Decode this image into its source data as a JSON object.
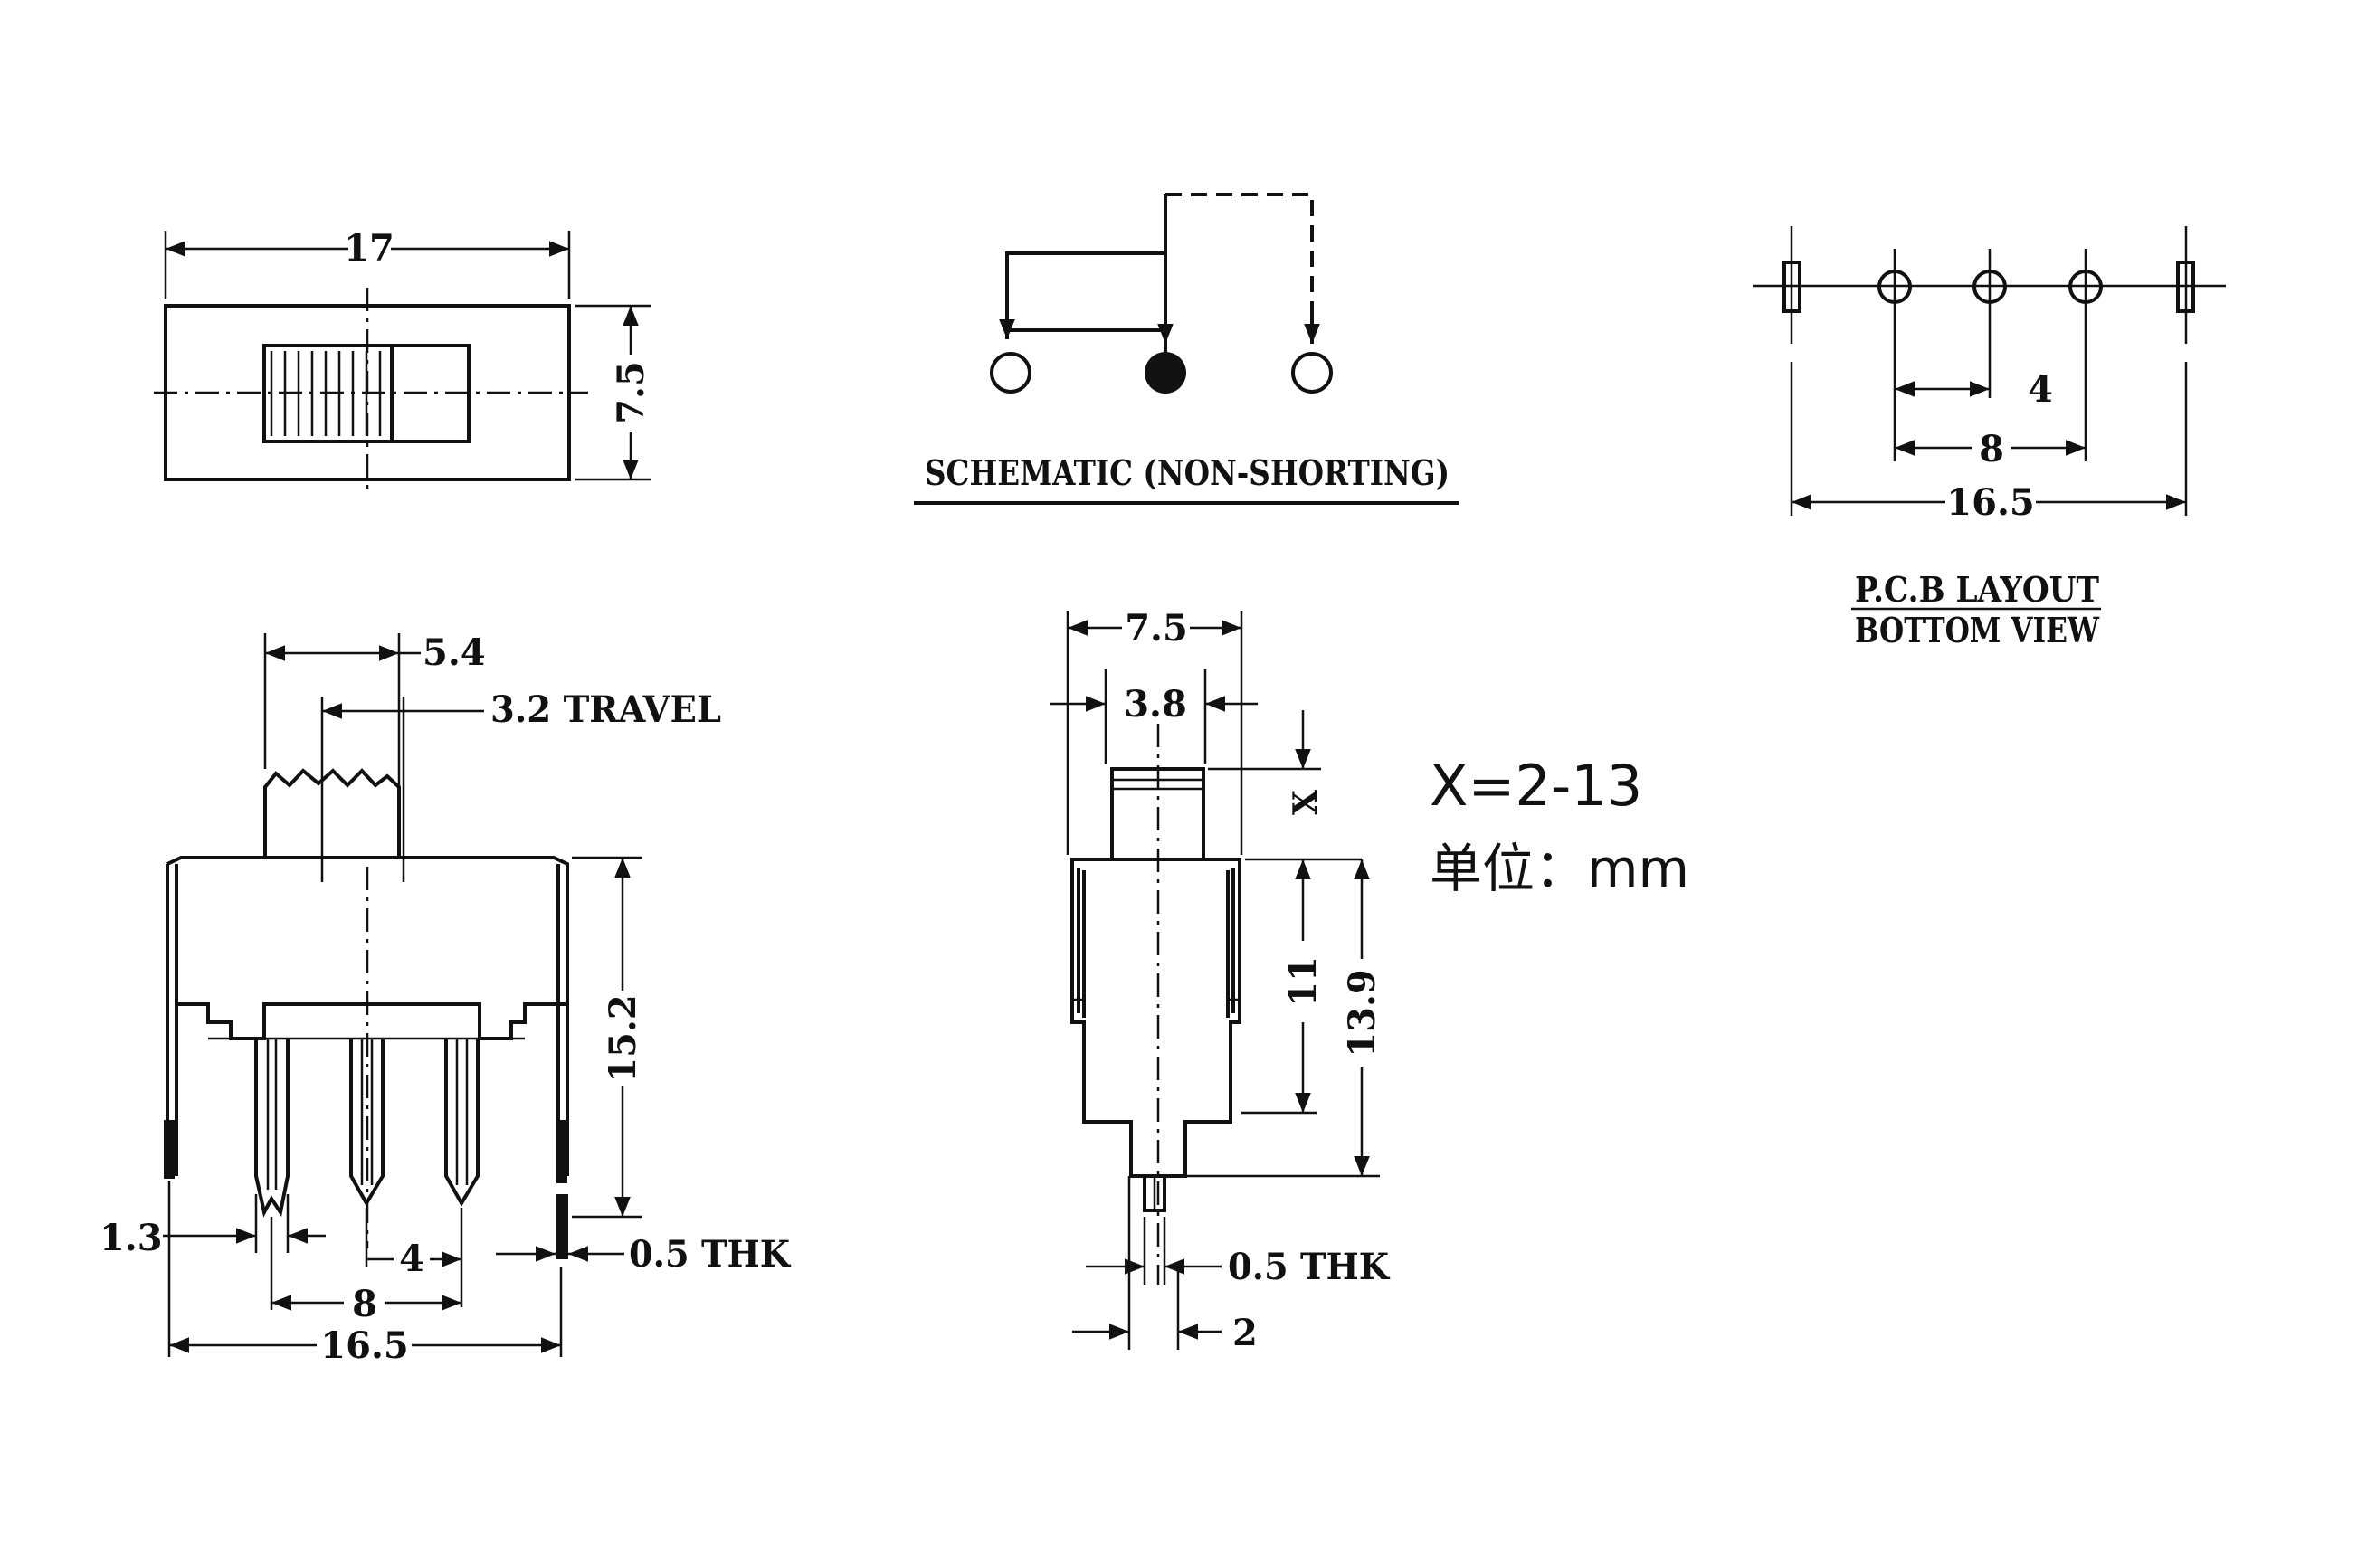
{
  "top_view": {
    "width_dim": "17",
    "height_dim": "7.5"
  },
  "schematic": {
    "caption": "SCHEMATIC (NON-SHORTING)"
  },
  "pcb": {
    "dim_pitch": "4",
    "dim_span": "8",
    "dim_total": "16.5",
    "caption_line1": "P.C.B LAYOUT",
    "caption_line2": "BOTTOM VIEW"
  },
  "front_view": {
    "dim_actuator": "5.4",
    "dim_travel": "3.2 TRAVEL",
    "dim_height": "15.2",
    "dim_pin_width": "1.3",
    "dim_pitch": "4",
    "dim_thickness": "0.5 THK",
    "dim_span": "8",
    "dim_total": "16.5"
  },
  "side_view": {
    "dim_width": "7.5",
    "dim_actuator": "3.8",
    "dim_x": "X",
    "dim_body": "11",
    "dim_total": "13.9",
    "dim_thickness": "0.5 THK",
    "dim_offset": "2"
  },
  "notes": {
    "x_range": "X=2-13",
    "unit": "单位：mm"
  }
}
